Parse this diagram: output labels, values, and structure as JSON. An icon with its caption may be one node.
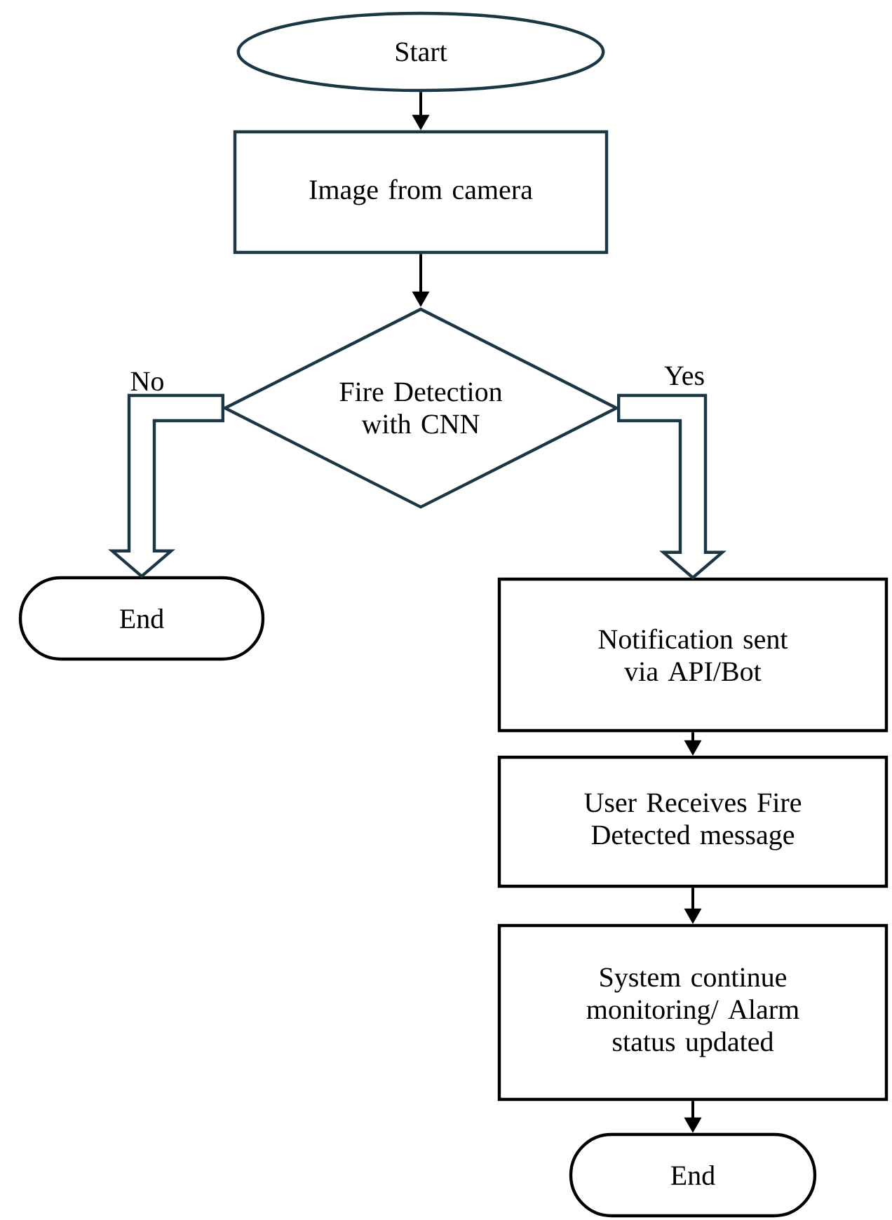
{
  "diagram": {
    "nodes": [
      {
        "text": [
          "Start"
        ]
      },
      {
        "text": [
          "Image from camera"
        ]
      },
      {
        "text": [
          "Fire Detection with CNN"
        ]
      },
      {
        "text": [
          "End"
        ]
      },
      {
        "text": [
          "Notification sent via API/Bot"
        ]
      },
      {
        "text": [
          "User Receives Fire Detected message"
        ]
      },
      {
        "text": [
          "System continue monitoring/ Alarm status updated"
        ]
      },
      {
        "text": [
          "End"
        ]
      }
    ],
    "edges": [
      {
        "from": 0,
        "to": 1,
        "arrow": "to"
      },
      {
        "from": 1,
        "to": 2,
        "arrow": "to"
      },
      {
        "from": 2,
        "to": 3,
        "arrow": "to",
        "label": "No",
        "style": "thick",
        "color": "#1b3644"
      },
      {
        "from": 2,
        "to": 4,
        "arrow": "to",
        "label": "Yes",
        "style": "thick",
        "color": "#1b3644"
      },
      {
        "from": 4,
        "to": 5,
        "arrow": "to"
      },
      {
        "from": 5,
        "to": 6,
        "arrow": "to"
      },
      {
        "from": 6,
        "to": 7,
        "arrow": "to"
      }
    ]
  }
}
